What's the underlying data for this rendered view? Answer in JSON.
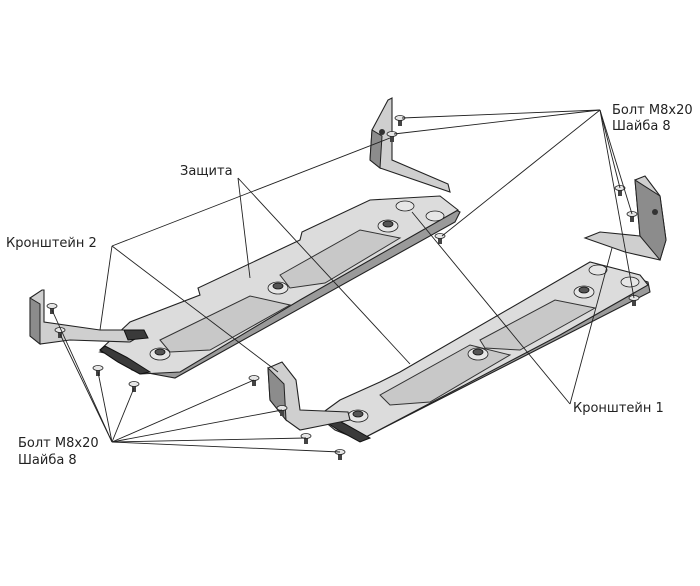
{
  "labels": {
    "top_right_bolt": "Болт М8х20",
    "top_right_washer": "Шайба 8",
    "bottom_left_bolt": "Болт М8х20",
    "bottom_left_washer": "Шайба 8",
    "guard": "Защита",
    "bracket2": "Кронштейн 2",
    "bracket1": "Кронштейн 1"
  }
}
